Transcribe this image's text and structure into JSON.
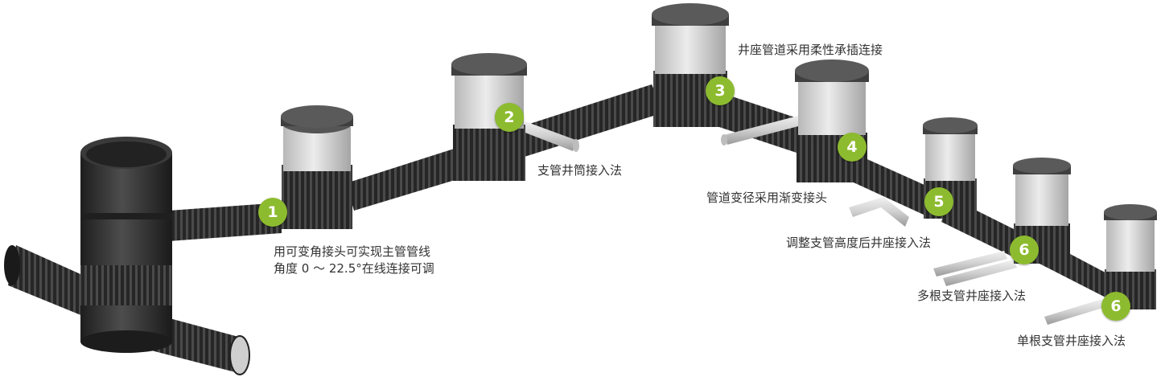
{
  "colors": {
    "badge": "#8dbb2f",
    "pipe_dark": "#2b2b2b",
    "lid": "#4a4a4a",
    "riser": "#d7d7d7",
    "branch_pipe": "#e2e2e2"
  },
  "badges": [
    {
      "num": "1"
    },
    {
      "num": "2"
    },
    {
      "num": "3"
    },
    {
      "num": "4"
    },
    {
      "num": "5"
    },
    {
      "num": "6"
    },
    {
      "num": "6"
    }
  ],
  "labels": {
    "l1_line1": "用可变角接头可实现主管管线",
    "l1_line2": "角度 0 ～ 22.5°在线连接可调",
    "l2": "支管井筒接入法",
    "l3": "井座管道采用柔性承插连接",
    "l4": "管道变径采用渐变接头",
    "l5": "调整支管高度后井座接入法",
    "l6a": "多根支管井座接入法",
    "l6b": "单根支管井座接入法"
  }
}
